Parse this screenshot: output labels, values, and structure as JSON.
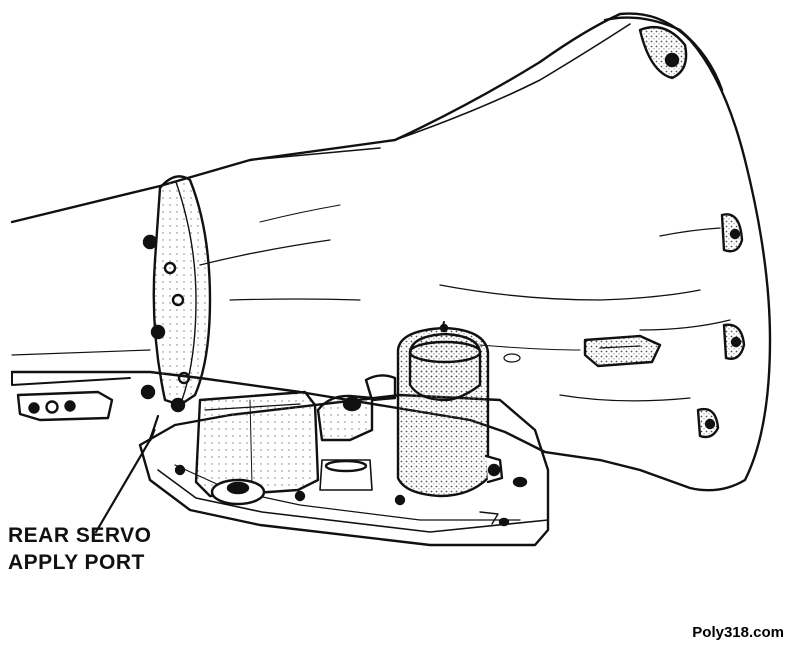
{
  "diagram": {
    "subject": "transmission-case-rear-servo",
    "callout": {
      "line1": "REAR SERVO",
      "line2": "APPLY PORT"
    },
    "credit": "Poly318.com"
  },
  "colors": {
    "ink": "#111111",
    "background": "#ffffff",
    "stipple": "#9a9a9a"
  }
}
